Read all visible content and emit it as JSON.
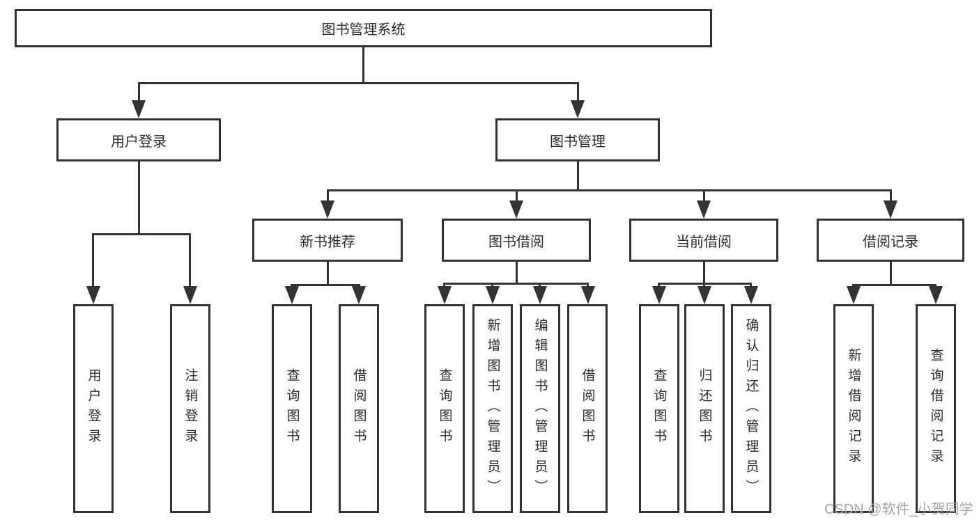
{
  "tree": {
    "label": "图书管理系统",
    "children": [
      {
        "label": "用户登录",
        "children": [
          {
            "label": "用户登录"
          },
          {
            "label": "注销登录"
          }
        ]
      },
      {
        "label": "图书管理",
        "children": [
          {
            "label": "新书推荐",
            "children": [
              {
                "label": "查询图书"
              },
              {
                "label": "借阅图书"
              }
            ]
          },
          {
            "label": "图书借阅",
            "children": [
              {
                "label": "查询图书"
              },
              {
                "label": "新增图书（管理员）"
              },
              {
                "label": "编辑图书（管理员）"
              },
              {
                "label": "借阅图书"
              }
            ]
          },
          {
            "label": "当前借阅",
            "children": [
              {
                "label": "查询图书"
              },
              {
                "label": "归还图书"
              },
              {
                "label": "确认归还（管理员）"
              }
            ]
          },
          {
            "label": "借阅记录",
            "children": [
              {
                "label": "新增借阅记录"
              },
              {
                "label": "查询借阅记录"
              }
            ]
          }
        ]
      }
    ]
  },
  "watermark": {
    "text": "CSDN @软件_小贺同学"
  },
  "colors": {
    "line": "#333333",
    "text": "#2d2d2d",
    "watermark": "#a6a6a6"
  }
}
